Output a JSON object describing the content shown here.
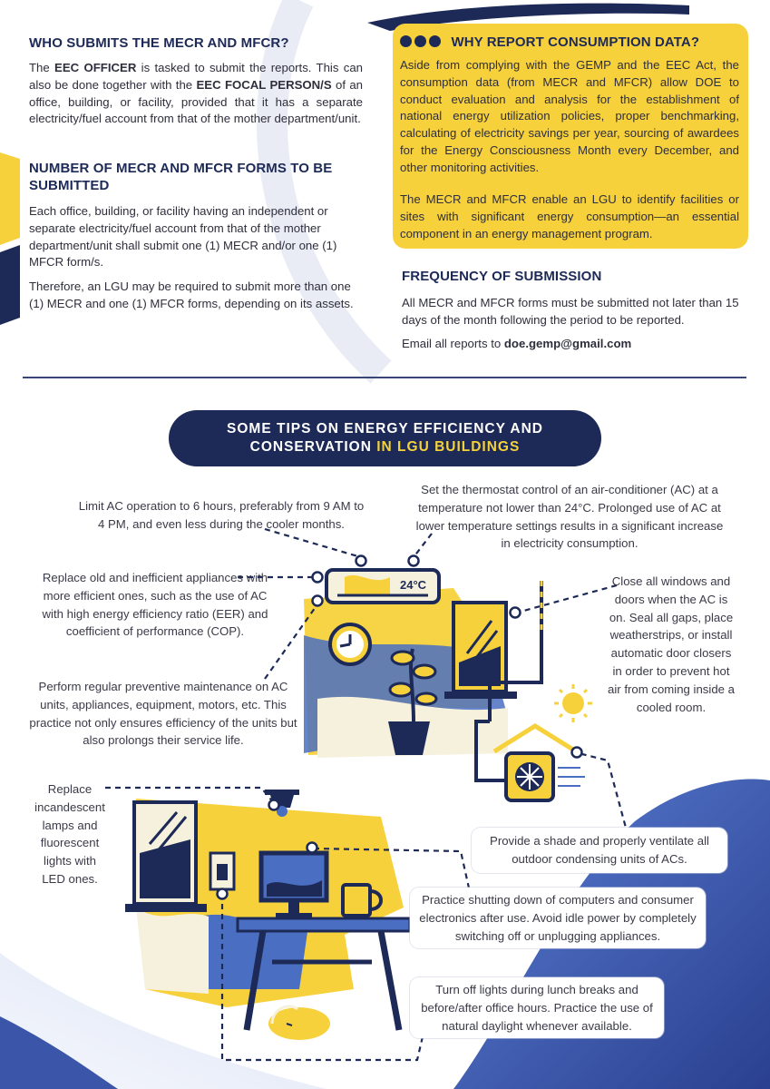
{
  "who": {
    "title": "WHO SUBMITS THE MECR AND MFCR?",
    "t1": "The ",
    "b1": "EEC OFFICER",
    "t2": " is tasked to submit the reports. This can also be done together with the ",
    "b2": "EEC FOCAL PERSON/S",
    "t3": " of an office, building, or facility, provided that it has a separate electricity/fuel account from that of the mother department/unit."
  },
  "number": {
    "title": "NUMBER OF MECR AND MFCR FORMS TO BE SUBMITTED",
    "p1": "Each office, building, or facility having an independent or separate electricity/fuel account from that of the mother department/unit shall submit one (1) MECR and/or one (1) MFCR form/s.",
    "p2": "Therefore, an LGU may be required to submit more than one (1) MECR and one (1) MFCR forms, depending on its assets."
  },
  "why": {
    "title": "WHY REPORT CONSUMPTION DATA?",
    "p1": "Aside from complying with the GEMP and the EEC Act, the consumption data (from MECR and MFCR) allow DOE to conduct evaluation and analysis for the establishment of national energy utilization policies, proper benchmarking, calculating of electricity savings per year, sourcing of awardees for the Energy Consciousness Month every December, and other monitoring activities.",
    "p2": "The MECR and MFCR enable an LGU to identify facilities or sites with significant energy consumption—an essential component in an energy management program."
  },
  "frequency": {
    "title": "FREQUENCY OF SUBMISSION",
    "p1": "All MECR and MFCR forms must be submitted not later than 15 days of the month following the period to be reported.",
    "email_prefix": "Email all reports to ",
    "email": "doe.gemp@gmail.com"
  },
  "tips": {
    "title_line1": "SOME TIPS ON ENERGY EFFICIENCY AND",
    "title_line2a": "CONSERVATION ",
    "title_line2b": "IN LGU BUILDINGS",
    "ac_hours": "Limit AC operation to 6 hours, preferably from 9 AM to 4 PM, and even less during the cooler months.",
    "thermostat": "Set the thermostat control of an air-conditioner (AC) at a temperature not lower than 24°C. Prolonged use of AC at lower temperature settings results in a significant increase in electricity consumption.",
    "replace_appliances": "Replace old and inefficient appliances with more efficient ones, such as the use of AC with high energy efficiency ratio (EER) and coefficient of performance (COP).",
    "close_windows": "Close all windows and doors when the AC is on. Seal all gaps, place weatherstrips, or install automatic door closers in order to prevent hot air from coming inside a cooled room.",
    "maintenance": "Perform regular preventive maintenance on AC units, appliances, equipment, motors, etc. This practice not only ensures efficiency of the units but also prolongs their service life.",
    "replace_lamps": "Replace incandescent lamps and fluorescent lights with LED ones.",
    "shade": "Provide a shade and properly ventilate all outdoor condensing units of ACs.",
    "shutdown": "Practice shutting down of computers and consumer electronics after use. Avoid idle power by completely switching off or unplugging appliances.",
    "lights_off": "Turn off lights during lunch breaks and before/after office hours. Practice the use of natural daylight whenever available.",
    "ac_temp_label": "24°C"
  },
  "colors": {
    "navy": "#1d2a57",
    "yellow": "#f7d13c",
    "blue": "#4a6fc2",
    "light": "#f6f1dc"
  }
}
